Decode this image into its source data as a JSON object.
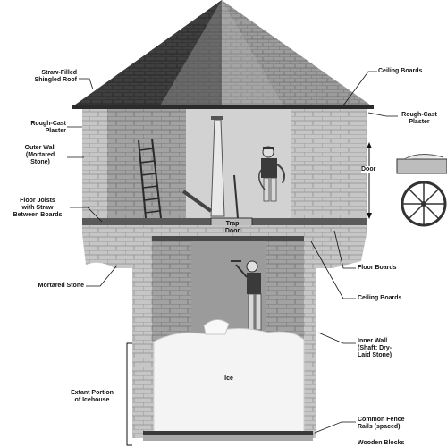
{
  "labels": {
    "straw_roof": "Straw-Filled\nShingled Roof",
    "ceiling_boards_top": "Ceiling Boards",
    "rough_cast_left": "Rough-Cast\nPlaster",
    "rough_cast_right": "Rough-Cast\nPlaster",
    "outer_wall": "Outer Wall\n(Mortared\nStone)",
    "door": "Door",
    "floor_joists": "Floor Joists\nwith Straw\nBetween Boards",
    "trap_door": "Trap\nDoor",
    "floor_boards": "Floor Boards",
    "mortared_stone": "Mortared Stone",
    "ceiling_boards_lower": "Ceiling Boards",
    "inner_wall": "Inner Wall\n(Shaft: Dry-\nLaid Stone)",
    "ice": "Ice",
    "extant_portion": "Extant Portion\nof Icehouse",
    "fence_rails": "Common Fence\nRails (spaced)",
    "wooden_blocks": "Wooden Blocks"
  },
  "colors": {
    "roof_dark": "#4a4a4a",
    "roof_light": "#9a9a9a",
    "stone": "#c4c4c4",
    "stone_dark": "#8e8e8e",
    "shaft_interior": "#9b9b9b",
    "ice": "#f2f2f2",
    "ink": "#1a1a1a"
  }
}
